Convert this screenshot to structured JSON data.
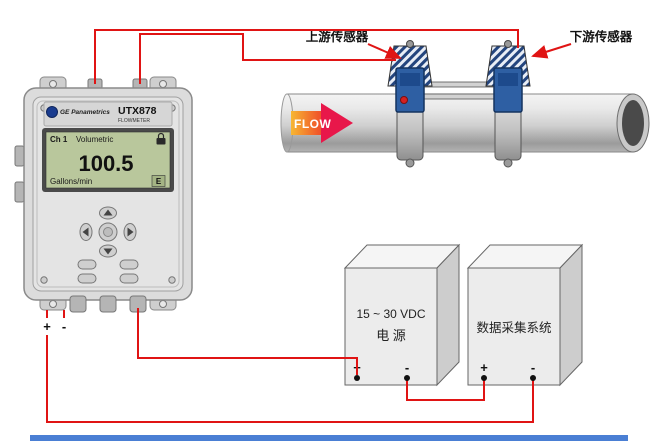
{
  "callouts": {
    "upstream": "上游传感器",
    "downstream": "下游传感器"
  },
  "flow": {
    "label": "FLOW"
  },
  "meter": {
    "brand": "GE Panametrics",
    "model": "UTX878",
    "model_sub": "FLOWMETER",
    "lcd": {
      "channel": "Ch 1",
      "mode": "Volumetric",
      "value": "100.5",
      "units": "Gallons/min",
      "flag": "E"
    },
    "terminal_plus": "+",
    "terminal_minus": "-"
  },
  "power_supply": {
    "line1": "15 ~ 30 VDC",
    "line2": "电 源",
    "terminal_plus": "+",
    "terminal_minus": "-"
  },
  "daq": {
    "label": "数据采集系统",
    "terminal_plus": "+",
    "terminal_minus": "-"
  },
  "colors": {
    "wire": "#e01414",
    "sensor_blue": "#2e5fa3",
    "sensor_dark": "#14335f",
    "arrow_red": "#e8174a",
    "arrow_orange": "#f7b733",
    "lcd_green": "#b9c79c",
    "watermark_blue": "#4a7fd4"
  }
}
